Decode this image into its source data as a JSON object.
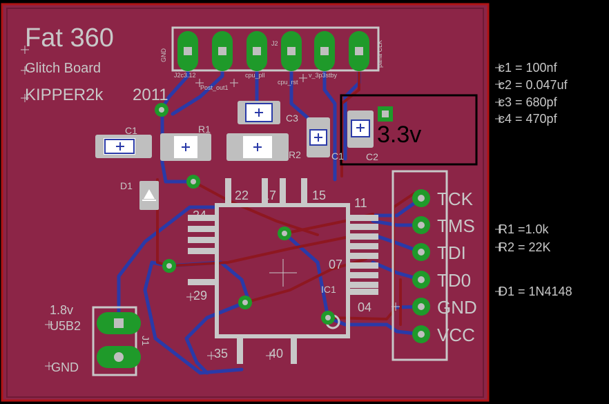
{
  "board": {
    "title": "Fat 360",
    "subtitle": "Glitch Board",
    "author": "KIPPER2k",
    "year": "2011"
  },
  "colors": {
    "board": "#8c2547",
    "board_edge": "#b01414",
    "trace_top": "#8e1720",
    "trace_bottom": "#2a3aa8",
    "pad_green": "#1f9a2a",
    "silkscreen": "#c8c8c8",
    "background": "#000000"
  },
  "header": {
    "ref": "J2",
    "pin_labels": [
      "GND",
      "J2c3.12",
      "Post_out1",
      "cpu_pll",
      "cpu_rst",
      "v_3p3stby",
      "pana CLK"
    ]
  },
  "jtag": {
    "labels": [
      "TCK",
      "TMS",
      "TDI",
      "TD0",
      "GND",
      "VCC"
    ]
  },
  "chip": {
    "ref": "IC1",
    "pin_numbers": [
      "24",
      "22",
      "17",
      "15",
      "11",
      "07",
      "04",
      "29",
      "35",
      "40"
    ]
  },
  "power_header": {
    "voltage": "1.8v",
    "ref": "U5B2",
    "gnd": "GND",
    "jumper_ref": "J1"
  },
  "regulator_box": {
    "label": "3.3v"
  },
  "components": {
    "c1_top": "C1",
    "r1": "R1",
    "c3": "C3",
    "r2": "R2",
    "c1_right": "C1",
    "c2": "C2",
    "d1": "D1"
  },
  "bom": {
    "capacitors": [
      "c1 = 100nf",
      "c2 = 0.047uf",
      "c3 = 680pf",
      "c4 = 470pf"
    ],
    "resistors": [
      "R1 =1.0k",
      "R2 = 22K"
    ],
    "diode": "D1 = 1N4148"
  }
}
